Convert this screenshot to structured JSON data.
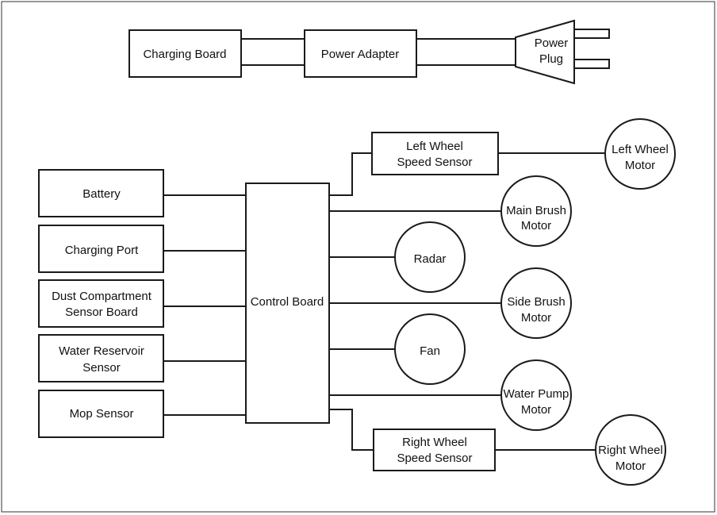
{
  "diagram": {
    "power": {
      "charging_board": "Charging Board",
      "power_adapter": "Power Adapter",
      "power_plug": [
        "Power",
        "Plug"
      ]
    },
    "inputs": {
      "battery": "Battery",
      "charging_port": "Charging Port",
      "dust_compartment_sensor_board": [
        "Dust Compartment",
        "Sensor Board"
      ],
      "water_reservoir_sensor": [
        "Water Reservoir",
        "Sensor"
      ],
      "mop_sensor": "Mop Sensor"
    },
    "control_board": "Control Board",
    "outputs": {
      "left_wheel_speed_sensor": [
        "Left Wheel",
        "Speed Sensor"
      ],
      "left_wheel_motor": [
        "Left Wheel",
        "Motor"
      ],
      "main_brush_motor": [
        "Main Brush",
        "Motor"
      ],
      "radar": "Radar",
      "side_brush_motor": [
        "Side Brush",
        "Motor"
      ],
      "fan": "Fan",
      "water_pump_motor": [
        "Water Pump",
        "Motor"
      ],
      "right_wheel_speed_sensor": [
        "Right Wheel",
        "Speed Sensor"
      ],
      "right_wheel_motor": [
        "Right Wheel",
        "Motor"
      ]
    }
  }
}
